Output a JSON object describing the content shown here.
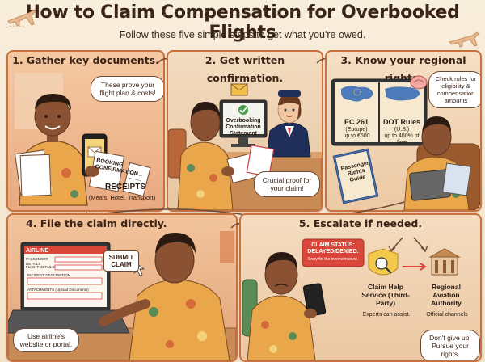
{
  "header": {
    "title": "How to Claim Compensation for Overbooked Flights",
    "subtitle": "Follow these five simple steps to get what you're owed."
  },
  "steps": [
    {
      "title": "1. Gather key documents.",
      "bubble": "These prove your flight plan & costs!",
      "paper_label": "BOOKING CONFIRMATION",
      "receipts_title": "RECEIPTS",
      "receipts_detail": "(Meals, Hotel, Transport)"
    },
    {
      "title": "2. Get written confirmation.",
      "screen_text": "Overbooking Confirmation Statement",
      "bubble": "Crucial proof for your claim!"
    },
    {
      "title": "3. Know your regional rights.",
      "bubble": "Check rules for eligibility & compensation amounts",
      "eu_rule": "EC 261",
      "eu_region": "(Europe)",
      "eu_amount": "up to €600",
      "us_rule": "DOT Rules",
      "us_region": "(U.S.)",
      "us_amount": "up to 400% of fare",
      "guide": "Passenger Rights Guide"
    },
    {
      "title": "4. File the claim directly.",
      "screen_brand": "AIRLINE",
      "form_fields": [
        "PASSENGER DETAILS",
        "FLIGHT DETAILS",
        "INCIDENT DESCRIPTION",
        "ATTACHMENTS (Upload Documents)"
      ],
      "button": "SUBMIT CLAIM",
      "bubble": "Use airline's website or portal."
    },
    {
      "title": "5. Escalate if needed.",
      "status": "CLAIM STATUS: DELAYED/DENIED.",
      "status_note": "Sorry for the inconvenience.",
      "option1_title": "Claim Help Service (Third-Party)",
      "option1_note": "Experts can assist.",
      "option2_title": "Regional Aviation Authority",
      "option2_note": "Official channels",
      "bubble": "Don't give up! Pursue your rights."
    }
  ],
  "colors": {
    "border": "#c9703f",
    "title": "#3a2418",
    "status_red": "#d8473a",
    "skin": "#8a5233",
    "hair": "#2b1a12",
    "shirt": "#e9a64a"
  }
}
